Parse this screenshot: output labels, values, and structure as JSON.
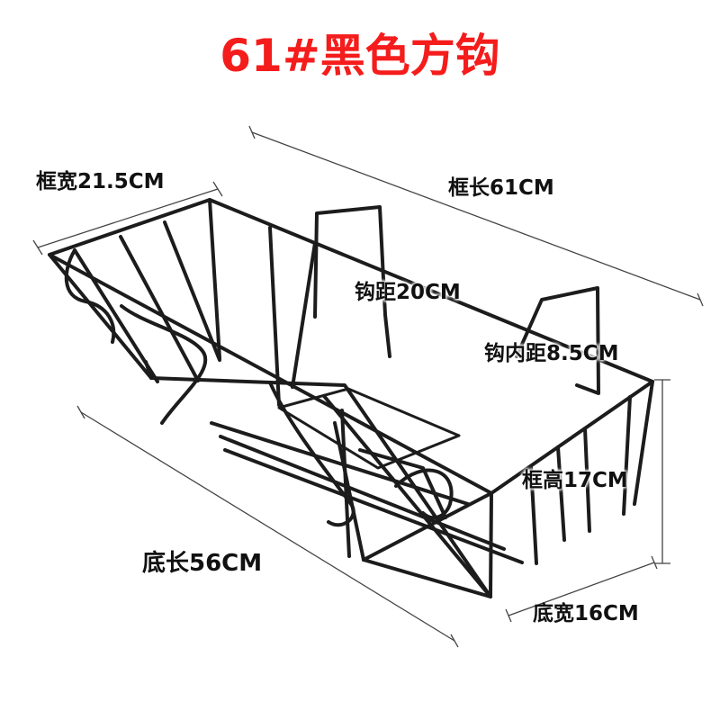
{
  "title": "61#黑色方钩",
  "colors": {
    "title": "#f51c1c",
    "wire": "#1c1c1c",
    "dimline": "#444444",
    "background": "#ffffff"
  },
  "labels": {
    "frame_width": "框宽21.5CM",
    "frame_length": "框长61CM",
    "hook_distance": "钩距20CM",
    "hook_inner": "钩内距8.5CM",
    "frame_height": "框高17CM",
    "bottom_length": "底长56CM",
    "bottom_width": "底宽16CM"
  }
}
